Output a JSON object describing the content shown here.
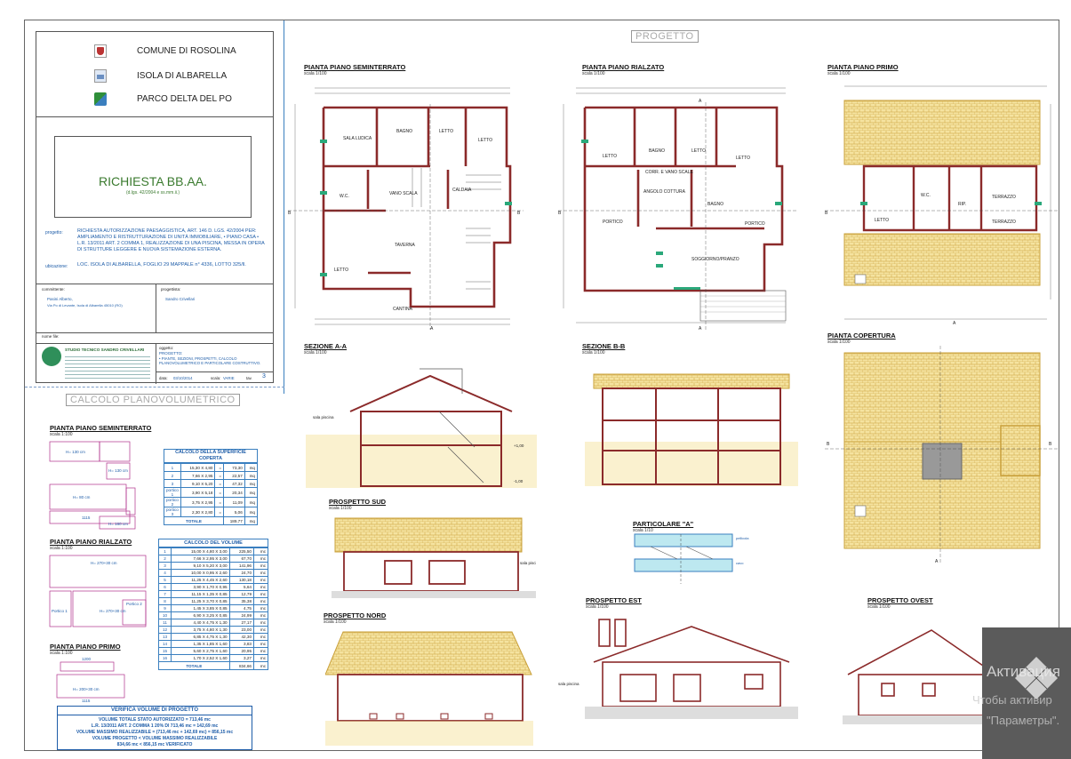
{
  "title_block": {
    "entities": [
      {
        "label": "COMUNE DI ROSOLINA"
      },
      {
        "label": "ISOLA DI ALBARELLA"
      },
      {
        "label": "PARCO DELTA DEL PO"
      }
    ],
    "heading": "RICHIESTA BB.AA.",
    "subheading": "(d.lgs. 42/2004 e ss.mm.ii.)",
    "project_label": "progetto:",
    "project_text": "RICHIESTA AUTORIZZAZIONE PAESAGGISTICA, ART. 146 D. LGS. 42/2004 PER: AMPLIAMENTO E RISTRUTTURAZIONE DI UNITÀ IMMOBILIARE, • PIANO CASA • L.R. 13/2011 ART. 2 COMMA 1, REALIZZAZIONE DI UNA PISCINA, MESSA IN OPERA DI STRUTTURE LEGGERE E NUOVA SISTEMAZIONE ESTERNA.",
    "location_label": "ubicazione:",
    "location_text": "LOC. ISOLA DI ALBARELLA, FOGLIO 29 MAPPALE n° 4336, LOTTO 325/ll.",
    "committente_label": "committente:",
    "committente_name": "Pasini Alberto,",
    "committente_address": "Via Po di Levante, Isola di Albarella 45010 (RO)",
    "progettista_label": "progettista:",
    "progettista_name": "Sandro Crivellari",
    "nome_file_label": "nome file:",
    "studio_name": "STUDIO TECNICO SANDRO CRIVELLARI",
    "contents_label": "oggetto:",
    "contents_title": "PROGETTO:",
    "contents_text": "• PIANTE, SEZIONI, PROSPETTI, CALCOLO PLANOVOLUMETRICO E PARTICOLARE COSTRUTTIVO.",
    "date_label": "data:",
    "date_value": "03/10/2014",
    "scale_label": "scala:",
    "scale_value": "VARIE",
    "sheet_label": "tav.",
    "sheet_number": "3"
  },
  "calc": {
    "title": "CALCOLO PLANOVOLUMETRICO",
    "plan_titles": [
      "PIANTA PIANO SEMINTERRATO",
      "PIANTA PIANO RIALZATO",
      "PIANTA PIANO PRIMO"
    ],
    "plan_scale": "scala 1:100",
    "surface_title": "CALCOLO DELLA SUPERFICIE COPERTA",
    "surface_rows": [
      {
        "n": "1",
        "expr": "15,30 X 4,80",
        "eq": "=",
        "val": "73,30",
        "unit": "mq"
      },
      {
        "n": "2",
        "expr": "7,66 X 2,95",
        "eq": "=",
        "val": "22,57",
        "unit": "mq"
      },
      {
        "n": "3",
        "expr": "9,10 X 5,20",
        "eq": "=",
        "val": "47,32",
        "unit": "mq"
      },
      {
        "n": "portico 1",
        "expr": "3,90 X 5,18",
        "eq": "=",
        "val": "20,34",
        "unit": "mq"
      },
      {
        "n": "portico 2",
        "expr": "3,75 X 2,95",
        "eq": "=",
        "val": "11,09",
        "unit": "mq"
      },
      {
        "n": "portico 3",
        "expr": "2,30 X 2,80",
        "eq": "=",
        "val": "5,06",
        "unit": "mq"
      }
    ],
    "surface_total": {
      "label": "TOTALE",
      "val": "189,77",
      "unit": "mq"
    },
    "volume_title": "CALCOLO DEL VOLUME",
    "volume_rows": [
      {
        "n": "1",
        "expr": "15,00 X 4,80 X 3,00",
        "val": "225,50",
        "unit": "mc"
      },
      {
        "n": "2",
        "expr": "7,66 X 2,95 X 3,00",
        "val": "67,70",
        "unit": "mc"
      },
      {
        "n": "3",
        "expr": "9,10 X 5,20 X 3,00",
        "val": "141,96",
        "unit": "mc"
      },
      {
        "n": "4",
        "expr": "10,00 X 0,95 X 2,60",
        "val": "24,70",
        "unit": "mc"
      },
      {
        "n": "5",
        "expr": "11,25 X 4,45 X 2,60",
        "val": "130,18",
        "unit": "mc"
      },
      {
        "n": "6",
        "expr": "3,90 X 1,70 X 0,95",
        "val": "5,64",
        "unit": "mc"
      },
      {
        "n": "7",
        "expr": "11,15 X 1,35 X 0,85",
        "val": "12,79",
        "unit": "mc"
      },
      {
        "n": "8",
        "expr": "11,25 X 3,70 X 0,85",
        "val": "35,38",
        "unit": "mc"
      },
      {
        "n": "9",
        "expr": "1,45 X 3,85 X 0,85",
        "val": "4,75",
        "unit": "mc"
      },
      {
        "n": "10",
        "expr": "6,90 X 3,25 X 0,85",
        "val": "24,99",
        "unit": "mc"
      },
      {
        "n": "11",
        "expr": "4,40 X 4,75 X 1,30",
        "val": "27,17",
        "unit": "mc"
      },
      {
        "n": "12",
        "expr": "3,75 X 4,80 X 1,30",
        "val": "23,00",
        "unit": "mc"
      },
      {
        "n": "13",
        "expr": "6,85 X 4,75 X 1,30",
        "val": "42,30",
        "unit": "mc"
      },
      {
        "n": "14",
        "expr": "1,35 X 1,85 X 1,60",
        "val": "3,83",
        "unit": "mc"
      },
      {
        "n": "15",
        "expr": "5,60 X 2,75 X 1,60",
        "val": "20,95",
        "unit": "mc"
      },
      {
        "n": "16",
        "expr": "1,70 X 2,52 X 1,60",
        "val": "3,27",
        "unit": "mc"
      }
    ],
    "volume_total": {
      "label": "TOTALE",
      "val": "834,66",
      "unit": "mc"
    },
    "verify_title": "VERIFICA VOLUME DI PROGETTO",
    "verify_lines": [
      "VOLUME TOTALE STATO AUTORIZZATO = 713,46 mc",
      "L.R. 13/2011 ART. 2 COMMA 1 20% DI 713,46 mc = 142,69 mc",
      "VOLUME MASSIMO REALIZZABILE = (713,46 mc + 142,69 mc) = 856,15 mc",
      "VOLUME PROGETTO < VOLUME MASSIMO REALIZZABILE",
      "834,66 mc < 856,15 mc VERIFICATO"
    ]
  },
  "project": {
    "title": "PROGETTO",
    "drawings": {
      "p_semint": "PIANTA PIANO SEMINTERRATO",
      "p_rialz": "PIANTA PIANO RIALZATO",
      "p_primo": "PIANTA PIANO PRIMO",
      "sez_aa": "SEZIONE A-A",
      "sez_bb": "SEZIONE B-B",
      "p_copertura": "PIANTA COPERTURA",
      "prosp_sud": "PROSPETTO SUD",
      "partic": "PARTICOLARE \"A\"",
      "prosp_nord": "PROSPETTO NORD",
      "prosp_est": "PROSPETTO EST",
      "prosp_ovest": "PROSPETTO OVEST"
    },
    "scale_100": "scala 1/100",
    "scale_10": "scala 1/10"
  },
  "watermark": {
    "line1": "Активация",
    "line2": "Чтобы активир",
    "line3": "\"Параметры\"."
  },
  "colors": {
    "wall": "#8b2a2a",
    "roof": "#f5e3a0",
    "roof_line": "#c9a03a",
    "accent_blue": "#3a7fbf",
    "magenta": "#b0308c",
    "green": "#3a7a2e"
  }
}
